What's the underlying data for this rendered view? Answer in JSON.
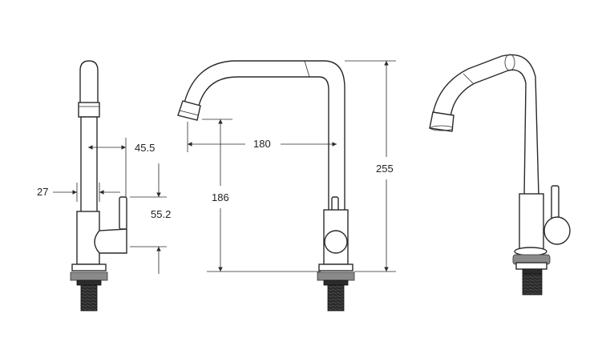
{
  "dimensions": {
    "d45_5": "45.5",
    "d27": "27",
    "d55_2": "55.2",
    "d180": "180",
    "d186": "186",
    "d255": "255"
  },
  "colors": {
    "line": "#2a2a2a",
    "thread": "#2b2b2b",
    "background": "#ffffff"
  }
}
